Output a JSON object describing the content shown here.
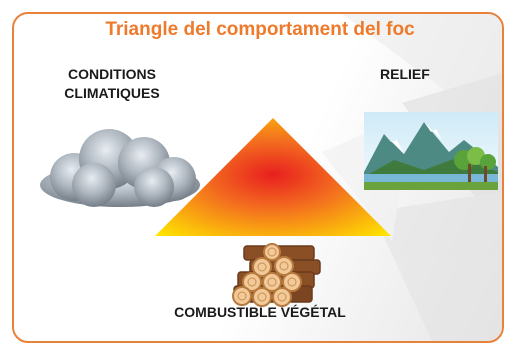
{
  "diagram": {
    "title": "Triangle del comportament del foc",
    "labels": {
      "climate_line1": "CONDITIONS",
      "climate_line2": "CLIMATIQUES",
      "relief": "RELIEF",
      "fuel": "COMBUSTIBLE VÉGÉTAL"
    },
    "icons": [
      "cloud-icon",
      "landscape-icon",
      "log-pile-icon",
      "fire-triangle"
    ],
    "colors": {
      "border": "#e8823a",
      "title": "#ee7a2c",
      "triangle_top": "#e81f1f",
      "triangle_base": "#ffe400"
    }
  }
}
